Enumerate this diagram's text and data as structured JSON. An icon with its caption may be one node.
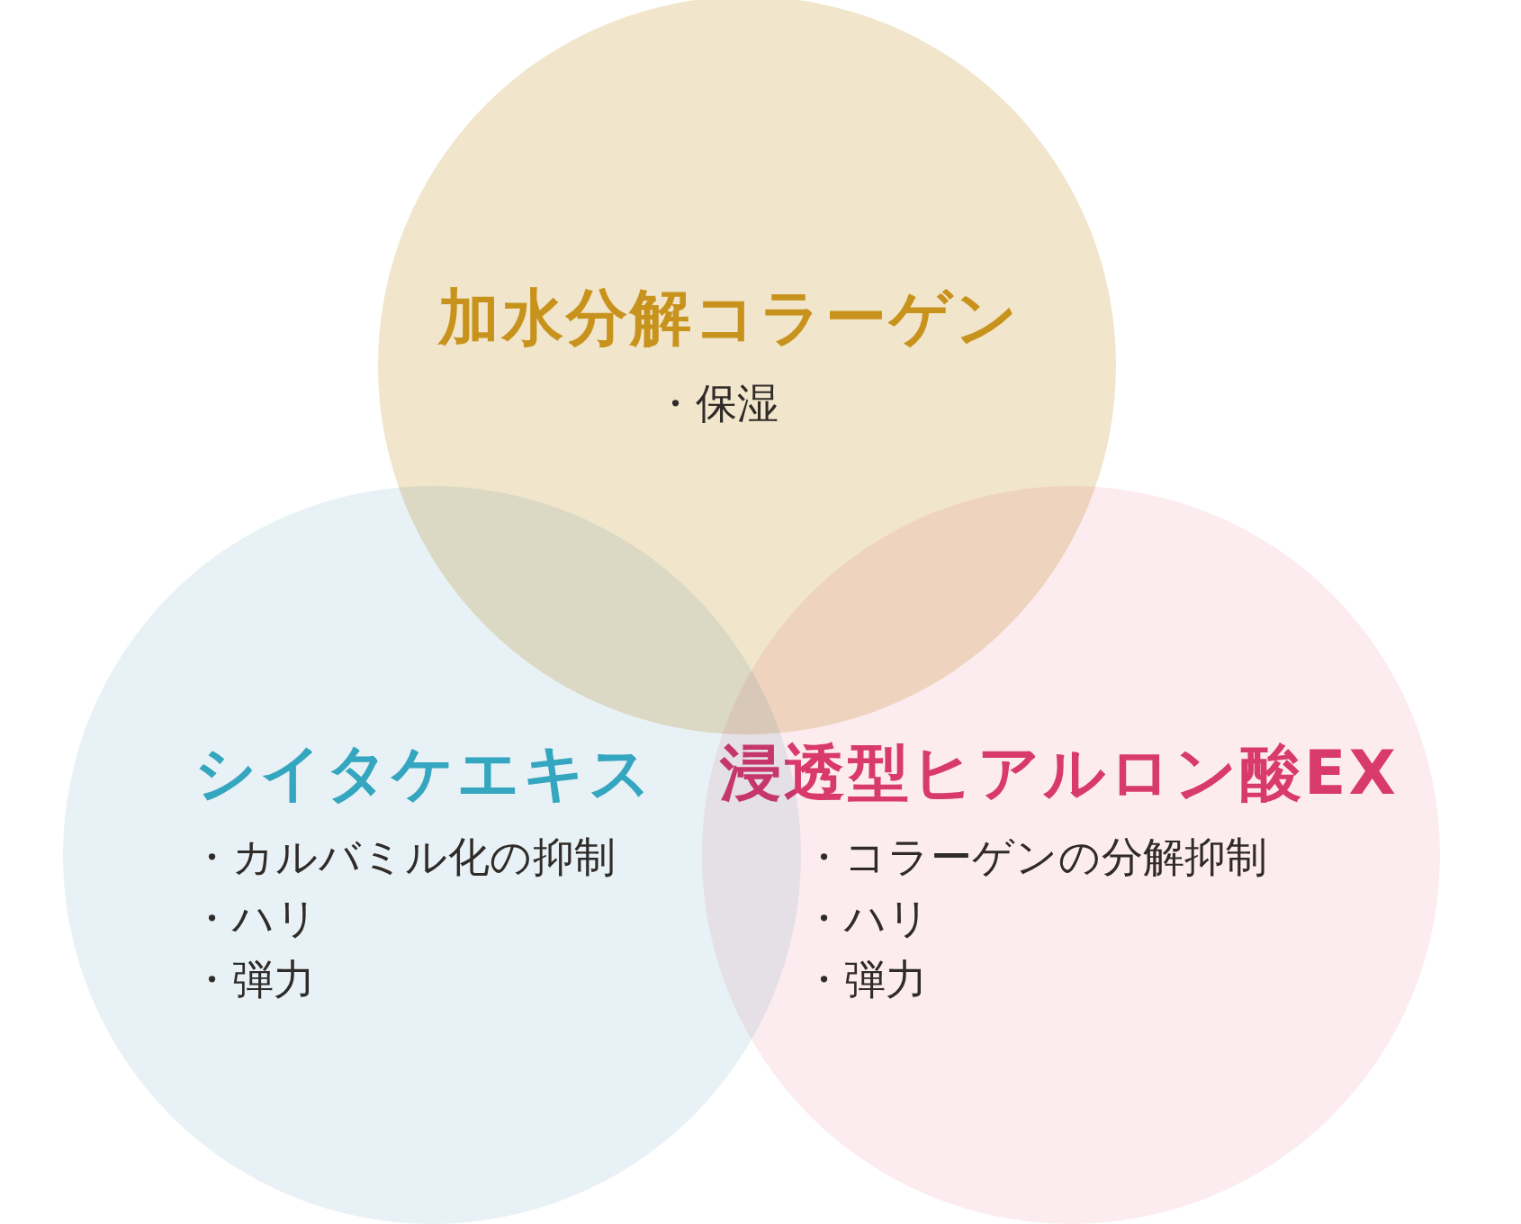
{
  "diagram": {
    "nodes": [
      {
        "text": [
          "加水分解コラーゲン",
          "・保湿"
        ]
      },
      {
        "text": [
          "シイタケエキス",
          "・カルバミル化の抑制",
          "・ハリ",
          "・弾力"
        ]
      },
      {
        "text": [
          "浸透型ヒアルロン酸EX",
          "・コラーゲンの分解抑制",
          "・ハリ",
          "・弾力"
        ]
      }
    ]
  }
}
